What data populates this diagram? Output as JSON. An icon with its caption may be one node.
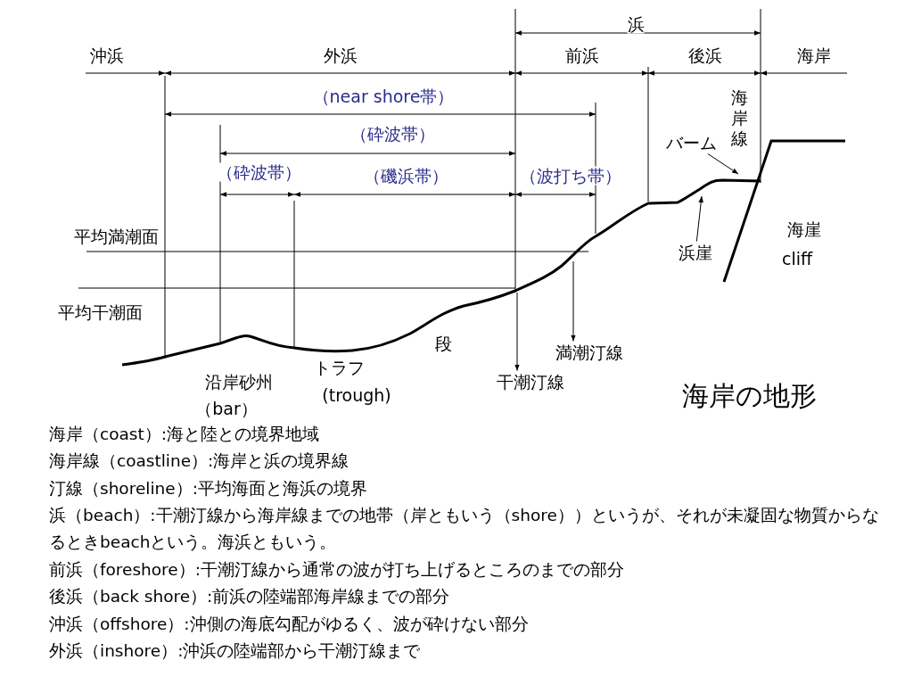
{
  "diagram": {
    "title": "海岸の地形",
    "nodes": [
      {
        "text": [
          "バーム"
        ]
      },
      {
        "text": [
          "浜崖"
        ]
      },
      {
        "text": [
          "干潮汀線"
        ]
      },
      {
        "text": [
          "満潮汀線"
        ]
      }
    ],
    "edges": [
      {
        "from": 0,
        "to": null,
        "arrow": "to"
      },
      {
        "from": 1,
        "to": null,
        "arrow": "to"
      },
      {
        "from": null,
        "to": 2,
        "arrow": "to"
      },
      {
        "from": null,
        "to": 3,
        "arrow": "to"
      }
    ],
    "labels": [
      "浜",
      "沖浜",
      "外浜",
      "前浜",
      "後浜",
      "海岸",
      "（near shore帯）",
      "（砕波帯）",
      "（砕波帯）",
      "（磯浜帯）",
      "（波打ち帯）",
      "海岸線",
      "平均満潮面",
      "平均干潮面",
      "海崖",
      "cliff",
      "段",
      "沿岸砂州",
      "（bar）",
      "トラフ",
      "(trough)",
      "海岸（coast）:海と陸との境界地域",
      "海岸線（coastline）:海岸と浜の境界線",
      "汀線（shoreline）:平均海面と海浜の境界",
      "浜（beach）:干潮汀線から海岸線までの地帯（岸ともいう（shore））というが、それが未凝固な物質からなるときbeachという。海浜ともいう。",
      "前浜（foreshore）:干潮汀線から通常の波が打ち上げるところのまでの部分",
      "後浜（back shore）:前浜の陸端部海岸線までの部分",
      "沖浜（offshore）:沖側の海底勾配がゆるく、波が砕けない部分",
      "外浜（inshore）:沖浜の陸端部から干潮汀線まで"
    ]
  }
}
